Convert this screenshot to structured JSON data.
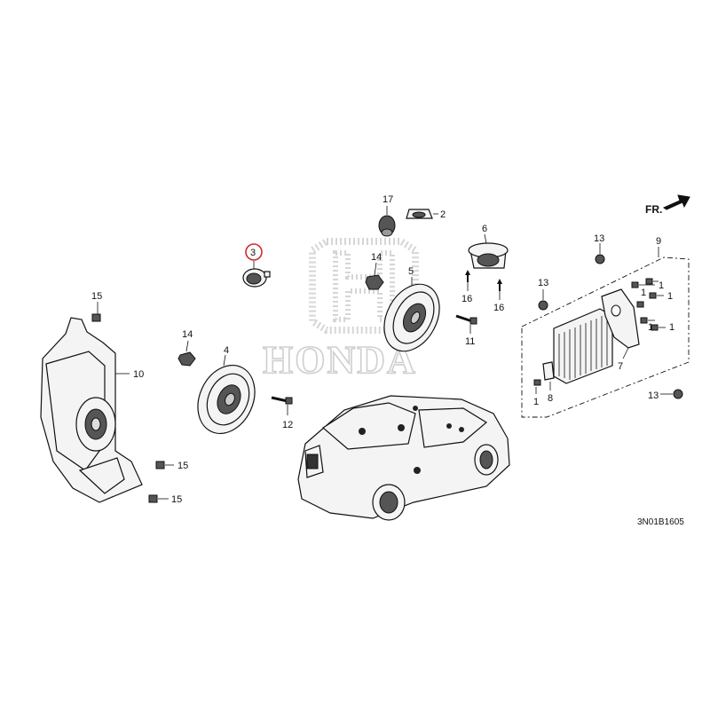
{
  "watermark": {
    "brand": "HONDA"
  },
  "direction": {
    "label": "FR."
  },
  "diagram_code": "3N01B1605",
  "highlight_color": "#d22b2b",
  "callouts": {
    "c1a": "1",
    "c1b": "1",
    "c1c": "1",
    "c1d": "1",
    "c1e": "1",
    "c1f": "1",
    "c2": "2",
    "c3": "3",
    "c4": "4",
    "c5": "5",
    "c6": "6",
    "c7": "7",
    "c8": "8",
    "c9": "9",
    "c10": "10",
    "c11": "11",
    "c12": "12",
    "c13a": "13",
    "c13b": "13",
    "c13c": "13",
    "c14a": "14",
    "c14b": "14",
    "c15a": "15",
    "c15b": "15",
    "c15c": "15",
    "c16a": "16",
    "c16b": "16",
    "c17": "17"
  }
}
